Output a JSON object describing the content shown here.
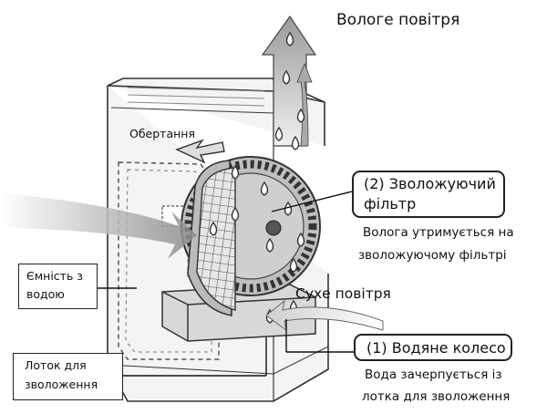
{
  "labels": {
    "humid_air": "Вологе повітря",
    "rotation": "Обертання",
    "filter_title_line1": "(2) Зволожуючий",
    "filter_title_line2": "фільтр",
    "filter_desc_line1": "Волога утримується на",
    "filter_desc_line2": "зволожуючому фільтрі",
    "dry_air": "Сухе повітря",
    "tank_line1": "Ємність з",
    "tank_line2": "водою",
    "tray_line1": "Лоток для",
    "tray_line2": "зволоження",
    "wheel_title": "(1) Водяне колесо",
    "wheel_desc_line1": "Вода зачерпується із",
    "wheel_desc_line2": "лотка для зволоження"
  }
}
